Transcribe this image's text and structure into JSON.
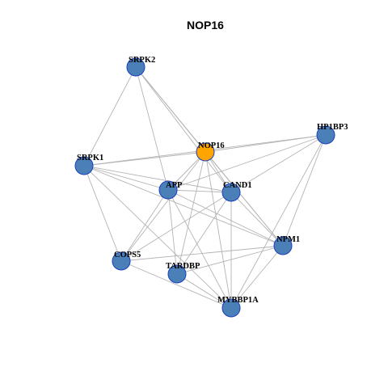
{
  "title": "NOP16",
  "colors": {
    "node_default": "#4a7fb8",
    "node_focus": "#ffa500",
    "node_stroke": "#1a3fbf",
    "edge": "#b4b4b4"
  },
  "nodes": [
    {
      "id": "SRPK2",
      "label": "SRPK2",
      "focus": false
    },
    {
      "id": "HP1BP3",
      "label": "HP1BP3",
      "focus": false
    },
    {
      "id": "NOP16",
      "label": "NOP16",
      "focus": true
    },
    {
      "id": "SRPK1",
      "label": "SRPK1",
      "focus": false
    },
    {
      "id": "APP",
      "label": "APP",
      "focus": false
    },
    {
      "id": "CAND1",
      "label": "CAND1",
      "focus": false
    },
    {
      "id": "NPM1",
      "label": "NPM1",
      "focus": false
    },
    {
      "id": "COPS5",
      "label": "COPS5",
      "focus": false
    },
    {
      "id": "TARDBP",
      "label": "TARDBP",
      "focus": false
    },
    {
      "id": "MYBBP1A",
      "label": "MYBBP1A",
      "focus": false
    }
  ],
  "edges": [
    [
      "SRPK2",
      "SRPK1"
    ],
    [
      "SRPK2",
      "NOP16"
    ],
    [
      "SRPK2",
      "APP"
    ],
    [
      "SRPK2",
      "CAND1"
    ],
    [
      "SRPK2",
      "NPM1"
    ],
    [
      "HP1BP3",
      "NOP16"
    ],
    [
      "HP1BP3",
      "SRPK1"
    ],
    [
      "HP1BP3",
      "APP"
    ],
    [
      "HP1BP3",
      "CAND1"
    ],
    [
      "HP1BP3",
      "NPM1"
    ],
    [
      "HP1BP3",
      "MYBBP1A"
    ],
    [
      "NOP16",
      "SRPK1"
    ],
    [
      "NOP16",
      "APP"
    ],
    [
      "NOP16",
      "CAND1"
    ],
    [
      "NOP16",
      "NPM1"
    ],
    [
      "NOP16",
      "COPS5"
    ],
    [
      "NOP16",
      "TARDBP"
    ],
    [
      "NOP16",
      "MYBBP1A"
    ],
    [
      "SRPK1",
      "APP"
    ],
    [
      "SRPK1",
      "CAND1"
    ],
    [
      "SRPK1",
      "NPM1"
    ],
    [
      "SRPK1",
      "COPS5"
    ],
    [
      "SRPK1",
      "MYBBP1A"
    ],
    [
      "APP",
      "CAND1"
    ],
    [
      "APP",
      "NPM1"
    ],
    [
      "APP",
      "COPS5"
    ],
    [
      "APP",
      "TARDBP"
    ],
    [
      "APP",
      "MYBBP1A"
    ],
    [
      "CAND1",
      "NPM1"
    ],
    [
      "CAND1",
      "COPS5"
    ],
    [
      "CAND1",
      "TARDBP"
    ],
    [
      "CAND1",
      "MYBBP1A"
    ],
    [
      "NPM1",
      "COPS5"
    ],
    [
      "NPM1",
      "TARDBP"
    ],
    [
      "NPM1",
      "MYBBP1A"
    ],
    [
      "COPS5",
      "MYBBP1A"
    ],
    [
      "TARDBP",
      "MYBBP1A"
    ]
  ]
}
